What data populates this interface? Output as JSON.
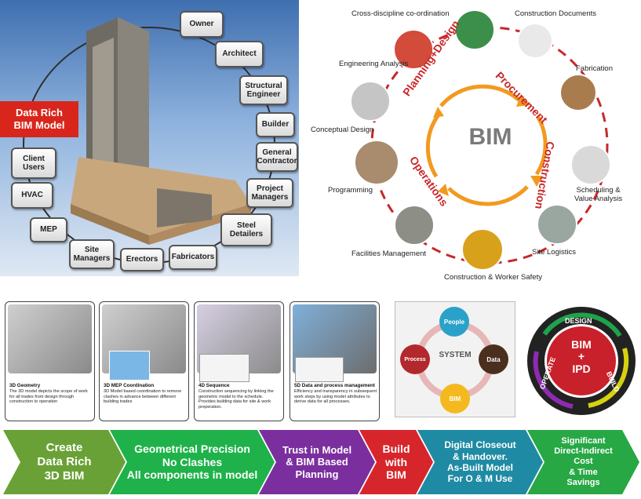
{
  "stakeholder_panel": {
    "label": "Data Rich\nBIM Model",
    "roles": [
      "Owner",
      "Architect",
      "Structural\nEngineer",
      "Builder",
      "General\nContractor",
      "Project\nManagers",
      "Steel\nDetailers",
      "Fabricators",
      "Erectors",
      "Site\nManagers",
      "MEP",
      "HVAC",
      "Client\nUsers"
    ]
  },
  "lifecycle": {
    "center": "BIM",
    "phases": [
      "Planning+Design",
      "Procurement",
      "Construction",
      "Operations"
    ],
    "stages": [
      "Cross-discipline co-ordination",
      "Construction Documents",
      "Fabrication",
      "Scheduling &\nValue Analysis",
      "Site Logistics",
      "Construction & Worker Safety",
      "Facilities Management",
      "Programming",
      "Conceptual Design",
      "Engineering Analysis"
    ]
  },
  "cards": [
    {
      "title": "3D Geometry",
      "desc": "The 3D model depicts the scope of work for all trades from design through construction to operation"
    },
    {
      "title": "3D MEP Coordination",
      "desc": "3D Model based coordination to remove clashes in advance between different building trades"
    },
    {
      "title": "4D Sequence",
      "desc": "Construction sequencing by linking the geometric model to the schedule. Provides building data for site & work preperation."
    },
    {
      "title": "5D Data and process management",
      "desc": "Efficiency and transparency in subsequent work steps by using model attributes to derive data for all processes."
    }
  ],
  "system": {
    "center": "SYSTEM",
    "nodes": [
      "People",
      "Data",
      "BIM",
      "Process"
    ]
  },
  "ipd": {
    "center": "BIM\n+\nIPD",
    "ring": [
      "DESIGN",
      "BUILD",
      "OPERATE"
    ]
  },
  "flow": [
    "Create\nData Rich\n3D BIM",
    "Geometrical Precision\nNo Clashes\nAll components in model",
    "Trust in Model\n& BIM Based\nPlanning",
    "Build\nwith\nBIM",
    "Digital Closeout\n& Handover.\nAs-Built Model\nFor O & M Use",
    "Significant\nDirect-Indirect\nCost\n& Time\nSavings"
  ],
  "colors": {
    "accent_red": "#d9261c",
    "orange": "#f29a1f",
    "flow_green": "#6aa136",
    "flow_bright_green": "#1fb24a",
    "flow_purple": "#7b2f9e",
    "flow_red": "#d7262b",
    "flow_teal": "#1f8aa3",
    "flow_green2": "#27a845"
  }
}
